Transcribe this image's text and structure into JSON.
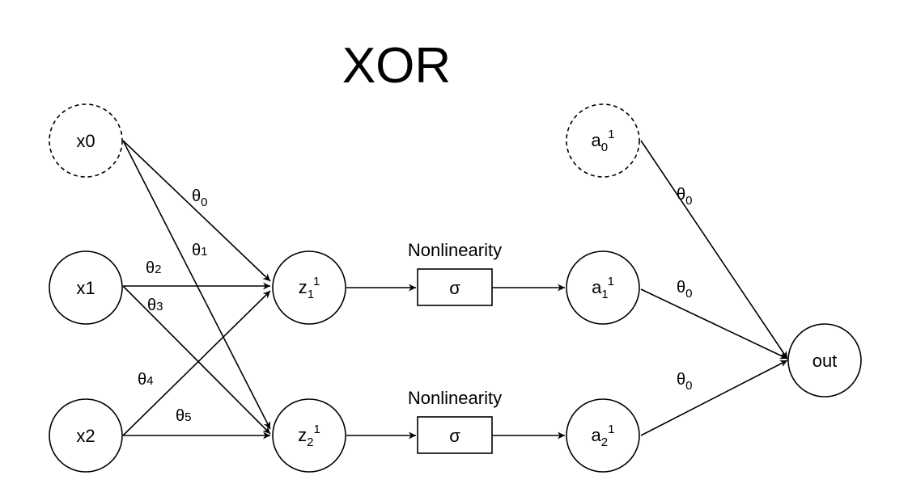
{
  "title": "XOR",
  "nodes": {
    "x0": "x0",
    "x1": "x1",
    "x2": "x2",
    "z1": {
      "base": "z",
      "sub": "1",
      "sup": "1"
    },
    "z2": {
      "base": "z",
      "sub": "2",
      "sup": "1"
    },
    "a0": {
      "base": "a",
      "sub": "0",
      "sup": "1"
    },
    "a1": {
      "base": "a",
      "sub": "1",
      "sup": "1"
    },
    "a2": {
      "base": "a",
      "sub": "2",
      "sup": "1"
    },
    "out": "out"
  },
  "boxes": {
    "top": {
      "caption": "Nonlinearity",
      "label": "σ"
    },
    "bottom": {
      "caption": "Nonlinearity",
      "label": "σ"
    }
  },
  "edge_labels": {
    "t0": {
      "base": "θ",
      "sub": "0"
    },
    "t1": {
      "base": "θ",
      "sub": "1"
    },
    "t2": {
      "base": "θ",
      "sub": "2"
    },
    "t3": {
      "base": "θ",
      "sub": "3"
    },
    "t4": {
      "base": "θ",
      "sub": "4"
    },
    "t5": {
      "base": "θ",
      "sub": "5"
    },
    "o0": {
      "base": "θ",
      "sub": "0"
    },
    "o1": {
      "base": "θ",
      "sub": "0"
    },
    "o2": {
      "base": "θ",
      "sub": "0"
    }
  }
}
